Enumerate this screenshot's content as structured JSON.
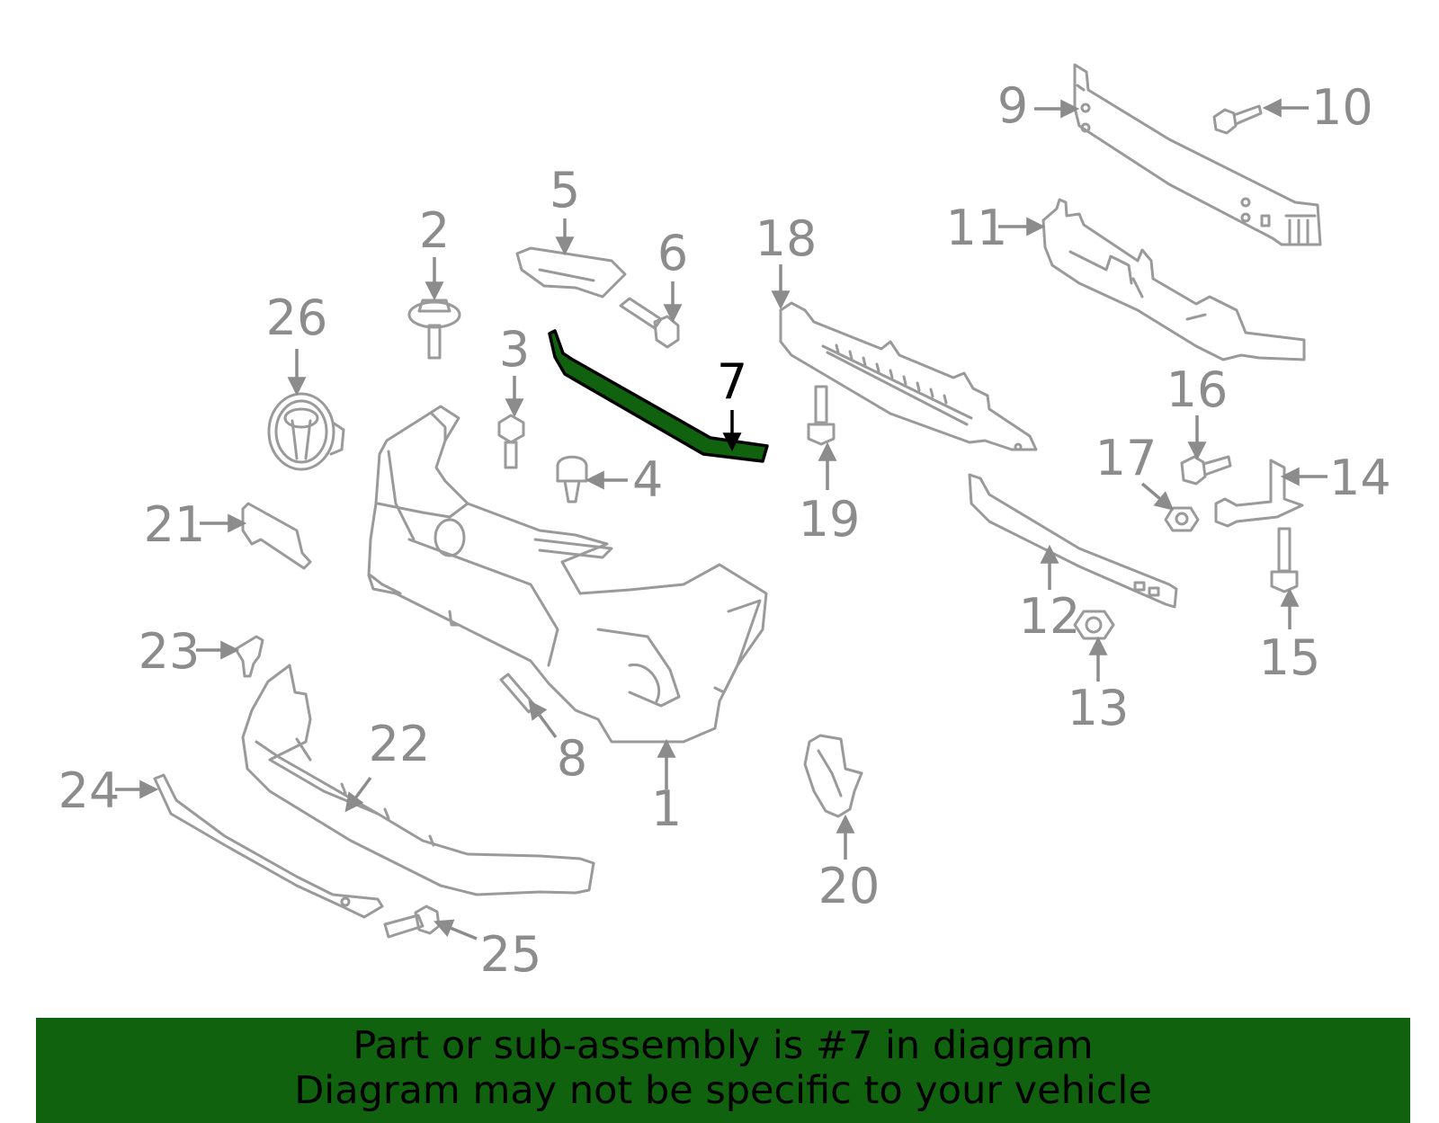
{
  "diagram": {
    "highlight_color": "#11620f",
    "callouts": [
      {
        "id": "1",
        "text": "1"
      },
      {
        "id": "2",
        "text": "2"
      },
      {
        "id": "3",
        "text": "3"
      },
      {
        "id": "4",
        "text": "4"
      },
      {
        "id": "5",
        "text": "5"
      },
      {
        "id": "6",
        "text": "6"
      },
      {
        "id": "7",
        "text": "7",
        "highlighted": true
      },
      {
        "id": "8",
        "text": "8"
      },
      {
        "id": "9",
        "text": "9"
      },
      {
        "id": "10",
        "text": "10"
      },
      {
        "id": "11",
        "text": "11"
      },
      {
        "id": "12",
        "text": "12"
      },
      {
        "id": "13",
        "text": "13"
      },
      {
        "id": "14",
        "text": "14"
      },
      {
        "id": "15",
        "text": "15"
      },
      {
        "id": "16",
        "text": "16"
      },
      {
        "id": "17",
        "text": "17"
      },
      {
        "id": "18",
        "text": "18"
      },
      {
        "id": "19",
        "text": "19"
      },
      {
        "id": "20",
        "text": "20"
      },
      {
        "id": "21",
        "text": "21"
      },
      {
        "id": "22",
        "text": "22"
      },
      {
        "id": "23",
        "text": "23"
      },
      {
        "id": "24",
        "text": "24"
      },
      {
        "id": "25",
        "text": "25"
      },
      {
        "id": "26",
        "text": "26"
      }
    ]
  },
  "banner": {
    "line1": "Part or sub-assembly is #7 in diagram",
    "line2": "Diagram may not be specific to your vehicle",
    "background": "#11620f"
  }
}
